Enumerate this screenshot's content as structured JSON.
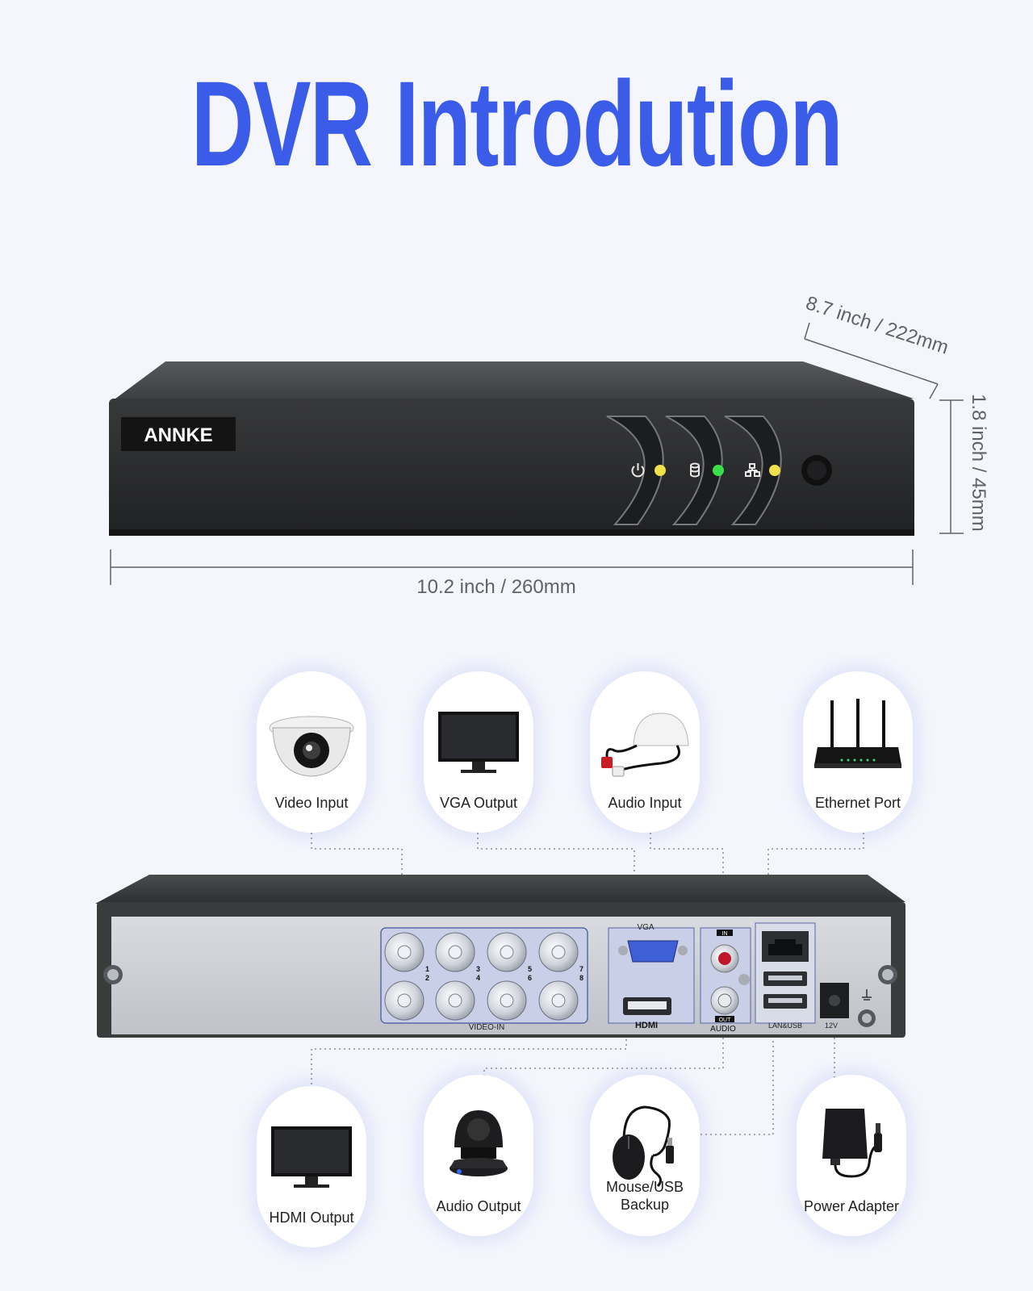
{
  "title": "DVR Introdution",
  "front": {
    "brand": "ANNKE",
    "width_label": "10.2 inch / 260mm",
    "depth_label": "8.7 inch / 222mm",
    "height_label": "1.8 inch / 45mm",
    "indicators": [
      "power-icon",
      "disk-icon",
      "network-icon"
    ]
  },
  "rear_panel": {
    "video_in_label": "VIDEO-IN",
    "channel_numbers": [
      "1",
      "2",
      "3",
      "4",
      "5",
      "6",
      "7",
      "8"
    ],
    "vga_label": "VGA",
    "hdmi_label": "HDMI",
    "audio_label": "AUDIO",
    "audio_in_tag": "IN",
    "audio_out_tag": "OUT",
    "lan_usb_label": "LAN&USB",
    "power_label": "12V"
  },
  "top_items": [
    {
      "label": "Video Input",
      "icon": "dome-camera-icon"
    },
    {
      "label": "VGA Output",
      "icon": "monitor-icon"
    },
    {
      "label": "Audio Input",
      "icon": "microphone-icon"
    },
    {
      "label": "Ethernet Port",
      "icon": "router-icon"
    }
  ],
  "bottom_items": [
    {
      "label": "HDMI Output",
      "icon": "monitor-icon"
    },
    {
      "label": "Audio Output",
      "icon": "speaker-icon"
    },
    {
      "label": "Mouse/USB Backup",
      "icon": "mouse-icon"
    },
    {
      "label": "Power Adapter",
      "icon": "power-adapter-icon"
    }
  ],
  "colors": {
    "title": "#3b5ce8",
    "device": "#2d2e30",
    "led_yellow": "#f0e04a",
    "led_green": "#39e04a"
  }
}
